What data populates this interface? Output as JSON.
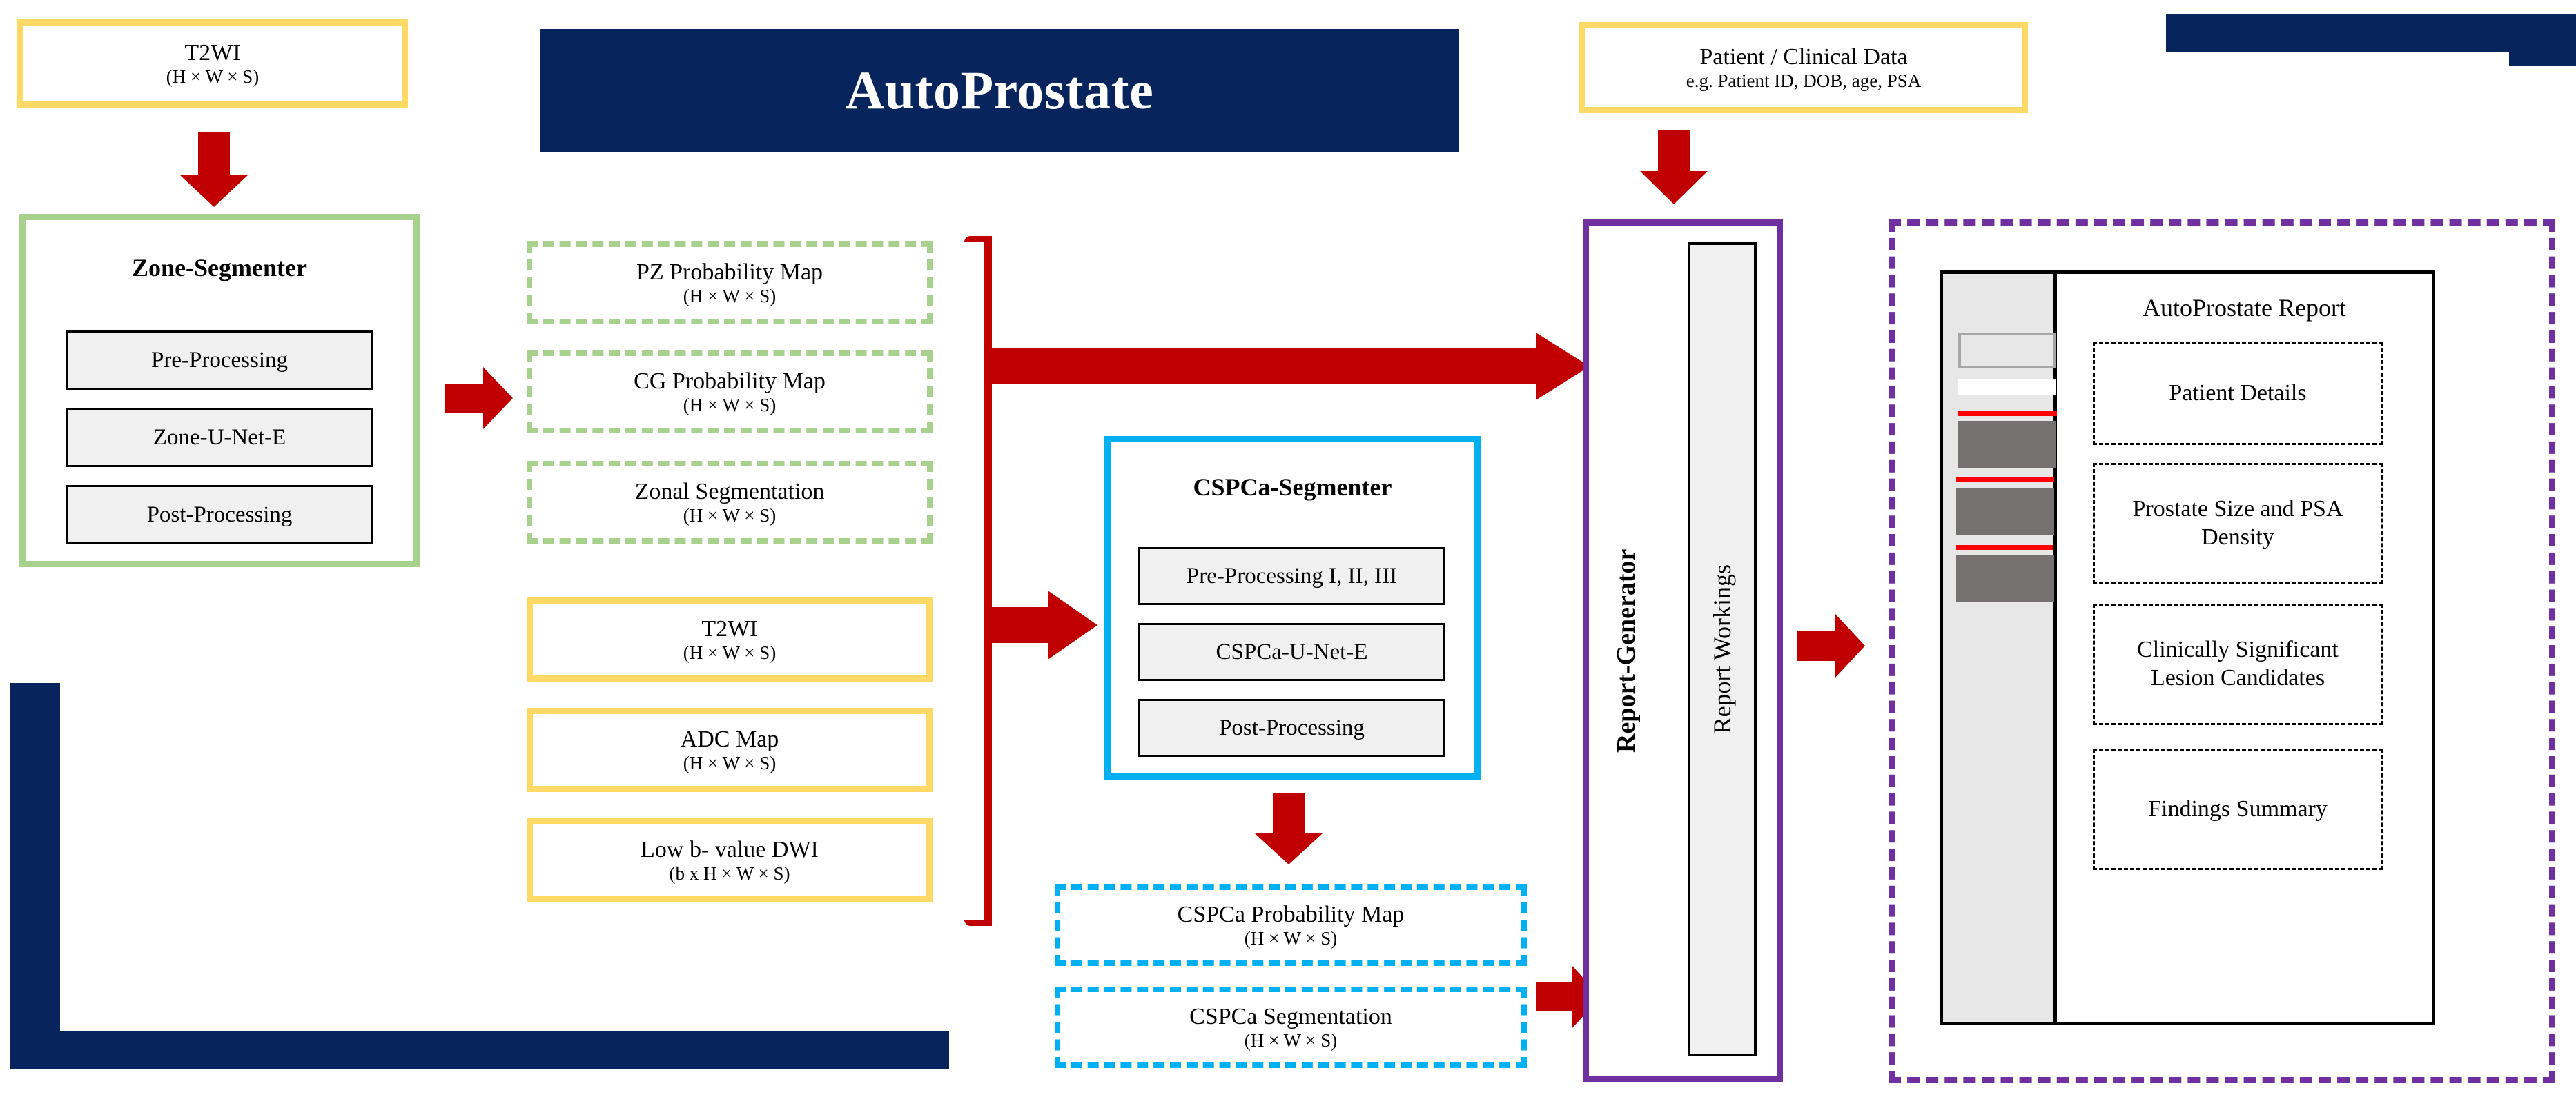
{
  "title": "AutoProstate",
  "colors": {
    "navy": "#08245c",
    "yellow": "#ffd966",
    "green": "#a9d18e",
    "blue": "#00b0f0",
    "purple": "#7030a0",
    "red_arrow": "#c00000",
    "thumb_gray": "#767171",
    "thumb_bg": "#e7e7e7",
    "red_line": "#ff0000"
  },
  "inputs": {
    "t2wi": {
      "label": "T2WI",
      "dims": "(H × W × S)"
    },
    "clinical": {
      "label": "Patient / Clinical Data",
      "sub": "e.g. Patient ID, DOB, age, PSA"
    }
  },
  "zone_segmenter": {
    "title": "Zone-Segmenter",
    "steps": [
      {
        "label": "Pre-Processing"
      },
      {
        "label": "Zone-U-Net-E"
      },
      {
        "label": "Post-Processing"
      }
    ]
  },
  "zone_outputs": [
    {
      "label": "PZ Probability Map",
      "dims": "(H × W × S)"
    },
    {
      "label": "CG Probability Map",
      "dims": "(H × W × S)"
    },
    {
      "label": "Zonal Segmentation",
      "dims": "(H × W × S)"
    }
  ],
  "image_inputs": [
    {
      "label": "T2WI",
      "dims": "(H × W × S)"
    },
    {
      "label": "ADC Map",
      "dims": "(H × W × S)"
    },
    {
      "label": "Low b- value DWI",
      "dims": "(b x H × W × S)"
    }
  ],
  "cspca_segmenter": {
    "title": "CSPCa-Segmenter",
    "steps": [
      {
        "label": "Pre-Processing I, II, III"
      },
      {
        "label": "CSPCa-U-Net-E"
      },
      {
        "label": "Post-Processing"
      }
    ]
  },
  "cspca_outputs": [
    {
      "label": "CSPCa Probability Map",
      "dims": "(H × W × S)"
    },
    {
      "label": "CSPCa Segmentation",
      "dims": "(H × W × S)"
    }
  ],
  "report_generator": {
    "title": "Report-Generator",
    "workings_label": "Report Workings"
  },
  "report": {
    "title": "AutoProstate Report",
    "sections": [
      {
        "label": "Patient Details"
      },
      {
        "label": "Prostate Size and PSA Density"
      },
      {
        "label": "Clinically Significant Lesion Candidates"
      },
      {
        "label": "Findings Summary"
      }
    ]
  }
}
